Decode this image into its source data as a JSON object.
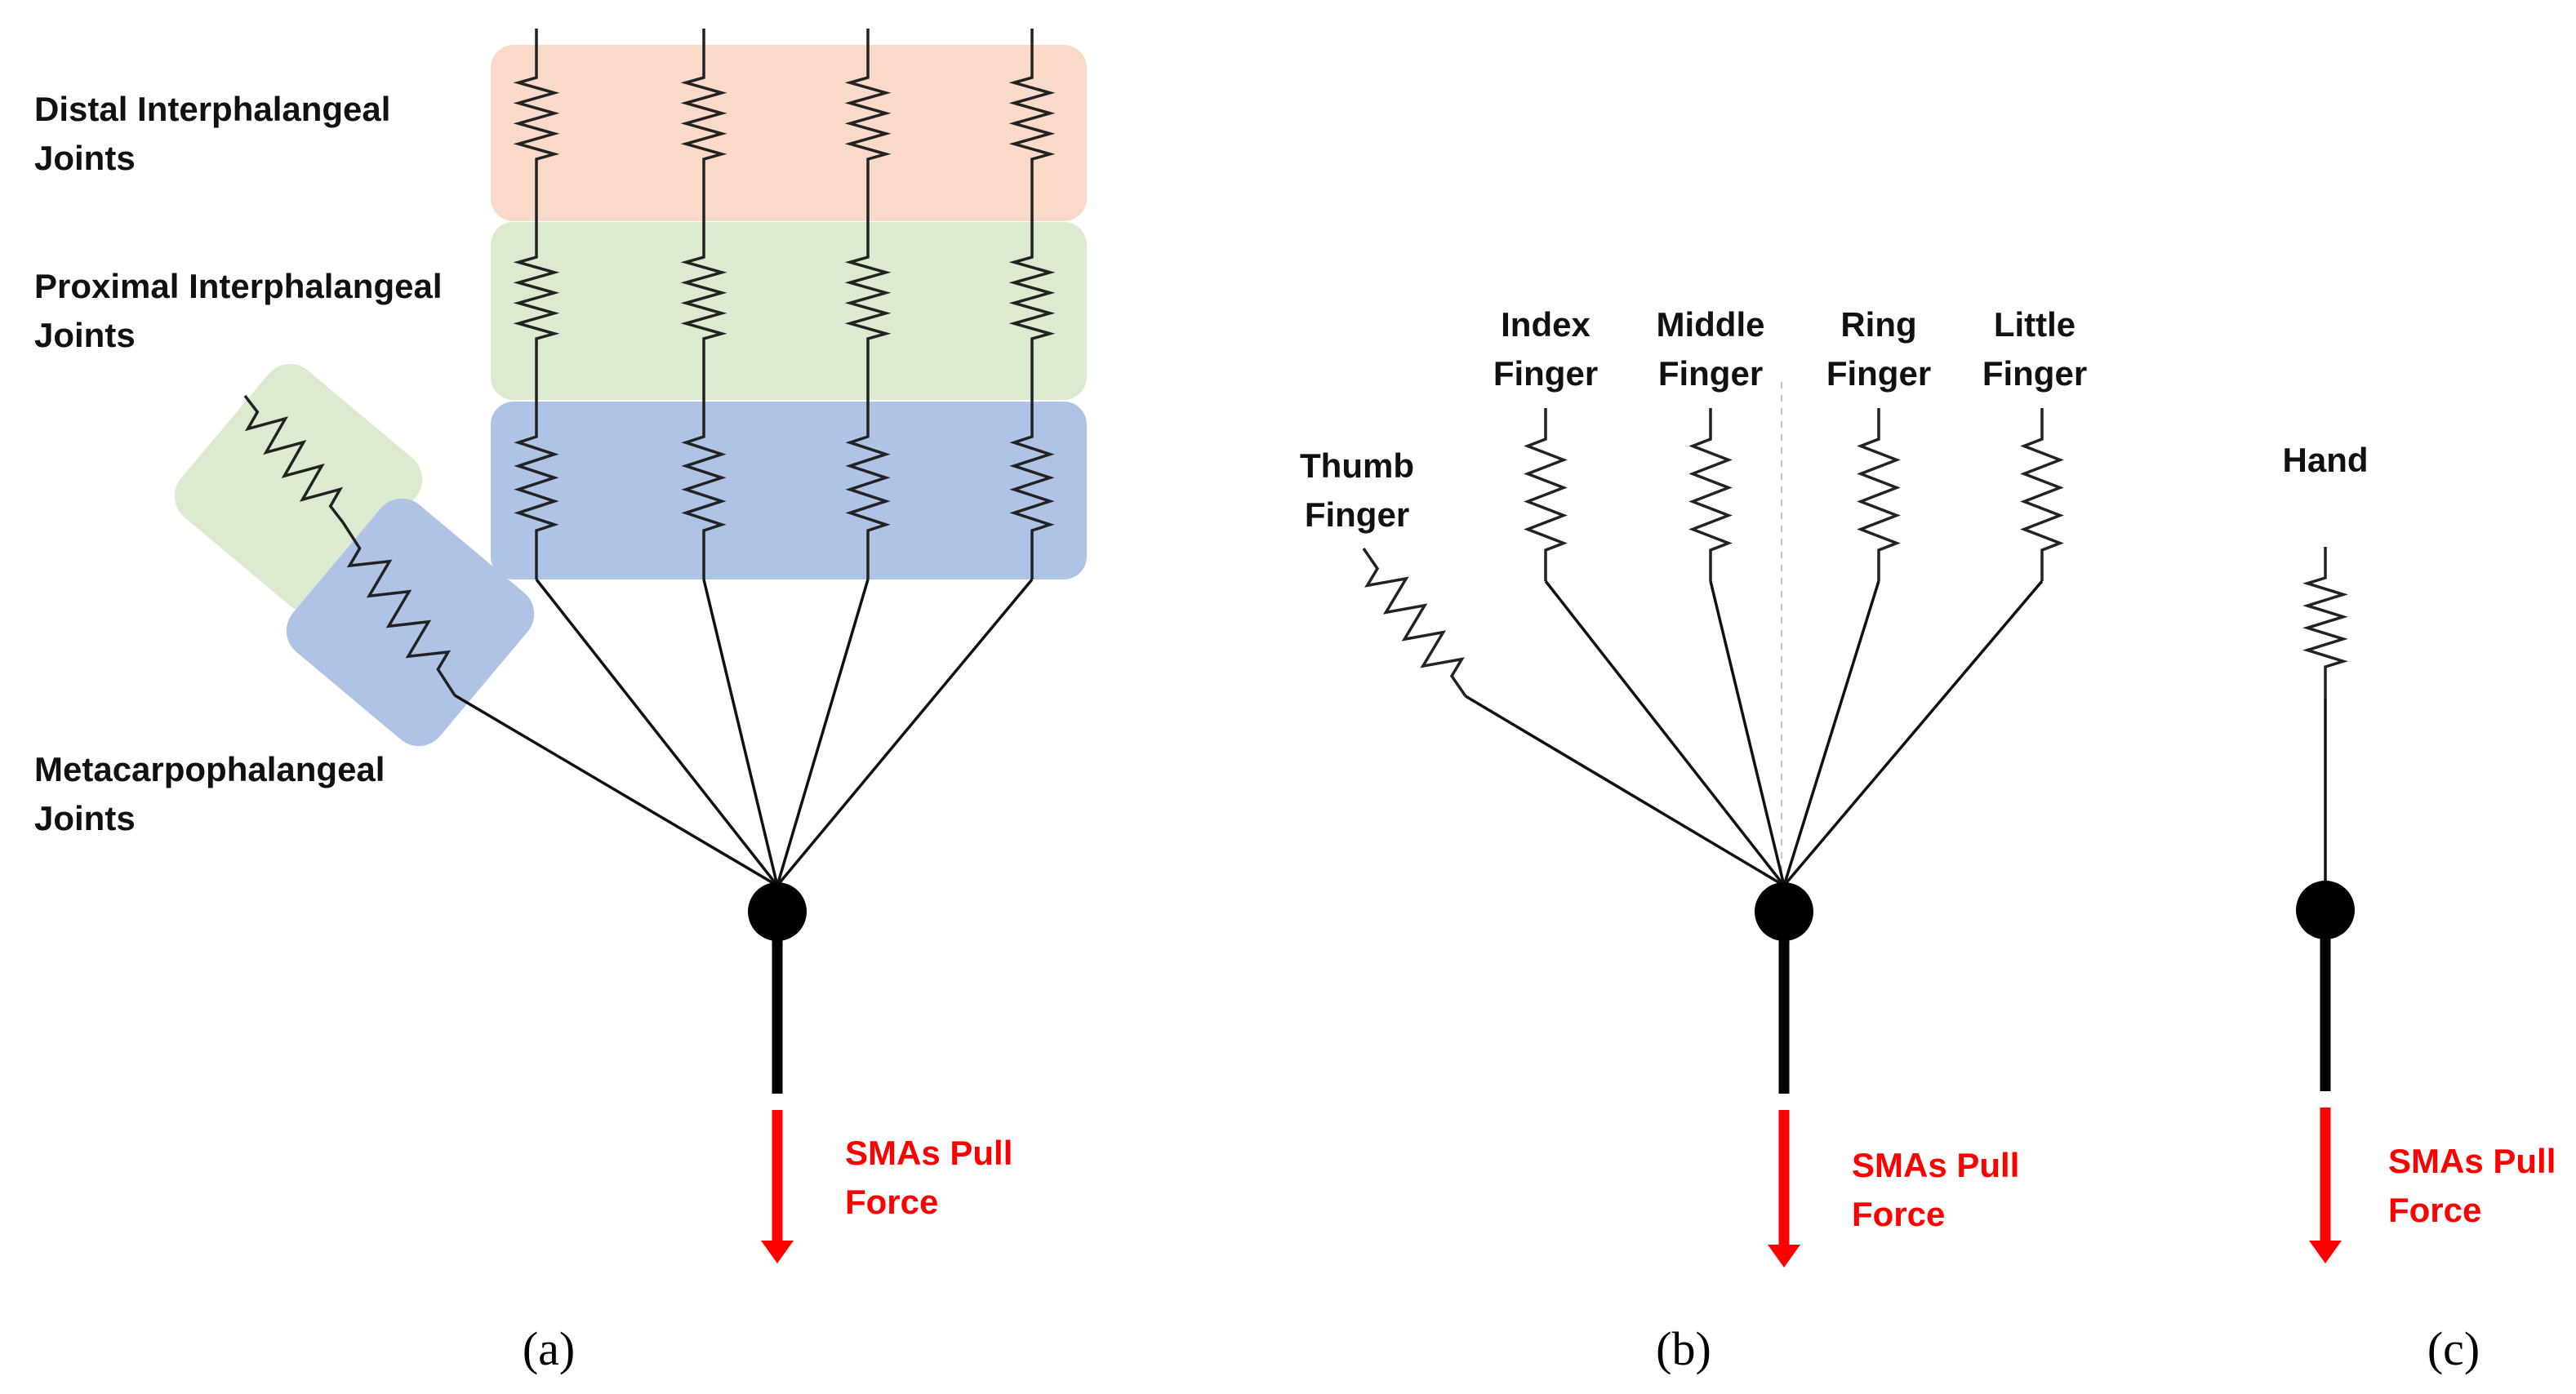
{
  "panel_a": {
    "labels": {
      "dip_line1": "Distal Interphalangeal",
      "dip_line2": "Joints",
      "pip_line1": "Proximal Interphalangeal",
      "pip_line2": "Joints",
      "mcp_line1": "Metacarpophalangeal",
      "mcp_line2": "Joints"
    },
    "force_line1": "SMAs Pull",
    "force_line2": "Force",
    "caption": "(a)"
  },
  "panel_b": {
    "fingers": [
      {
        "line1": "Thumb",
        "line2": "Finger"
      },
      {
        "line1": "Index",
        "line2": "Finger"
      },
      {
        "line1": "Middle",
        "line2": "Finger"
      },
      {
        "line1": "Ring",
        "line2": "Finger"
      },
      {
        "line1": "Little",
        "line2": "Finger"
      }
    ],
    "force_line1": "SMAs Pull",
    "force_line2": "Force",
    "caption": "(b)"
  },
  "panel_c": {
    "label": "Hand",
    "force_line1": "SMAs Pull",
    "force_line2": "Force",
    "caption": "(c)"
  },
  "colors": {
    "distal_band": "#f9d9c8",
    "proximal_band": "#dcebd0",
    "metacarpal_band": "#afc3e6",
    "force_arrow": "#ff0000",
    "force_text": "#ff0000"
  }
}
